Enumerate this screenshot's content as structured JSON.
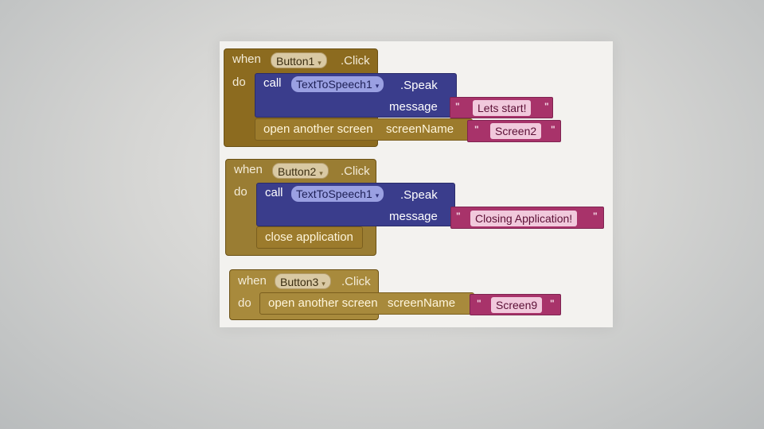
{
  "blocks": [
    {
      "when": "when",
      "do": "do",
      "component": "Button1",
      "event": ".Click",
      "call_word": "call",
      "tts": "TextToSpeech1",
      "method": ".Speak",
      "arg": "message",
      "text": "Lets start!",
      "action": "open another screen",
      "screen_arg": "screenName",
      "screen": "Screen2"
    },
    {
      "when": "when",
      "do": "do",
      "component": "Button2",
      "event": ".Click",
      "call_word": "call",
      "tts": "TextToSpeech1",
      "method": ".Speak",
      "arg": "message",
      "text": "Closing Application!",
      "action": "close application"
    },
    {
      "when": "when",
      "do": "do",
      "component": "Button3",
      "event": ".Click",
      "action": "open another screen",
      "screen_arg": "screenName",
      "screen": "Screen9"
    }
  ],
  "colors": {
    "event": "#8c6b1f",
    "call": "#3a3d8c",
    "text": "#a8336a",
    "control": "#9c7b2c"
  },
  "icons": {
    "dropdown": "▾"
  }
}
